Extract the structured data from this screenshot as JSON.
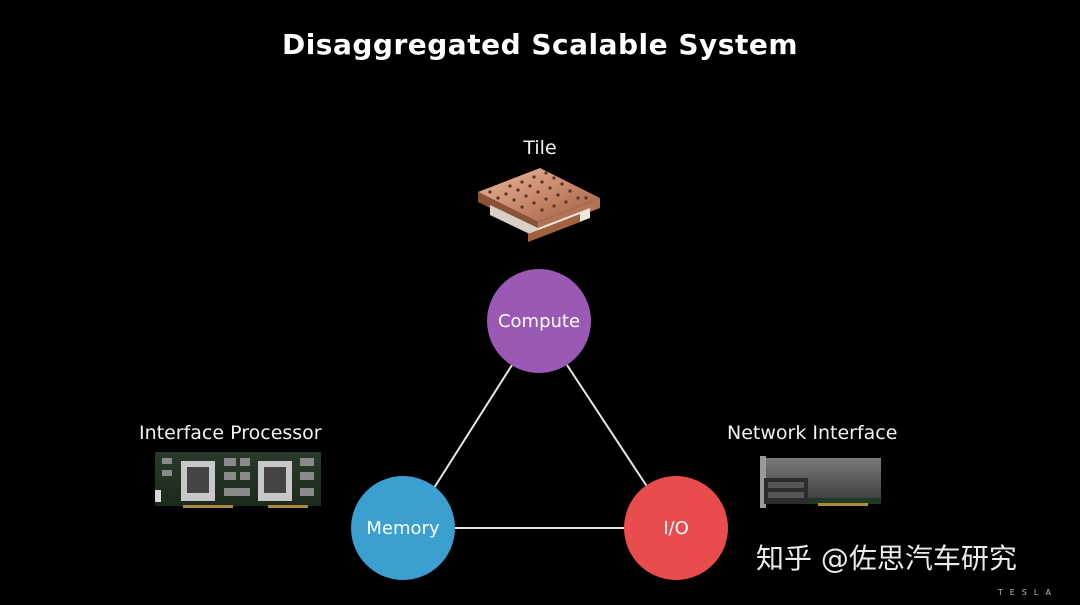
{
  "title": "Disaggregated Scalable System",
  "labels": {
    "tile": "Tile",
    "interface_processor": "Interface Processor",
    "network_interface": "Network Interface"
  },
  "nodes": {
    "compute": {
      "label": "Compute",
      "color": "#9b59b6"
    },
    "memory": {
      "label": "Memory",
      "color": "#3ba0d0"
    },
    "io": {
      "label": "I/O",
      "color": "#e94c4c"
    }
  },
  "watermark": "知乎 @佐思汽车研究",
  "brand": "TESLA"
}
